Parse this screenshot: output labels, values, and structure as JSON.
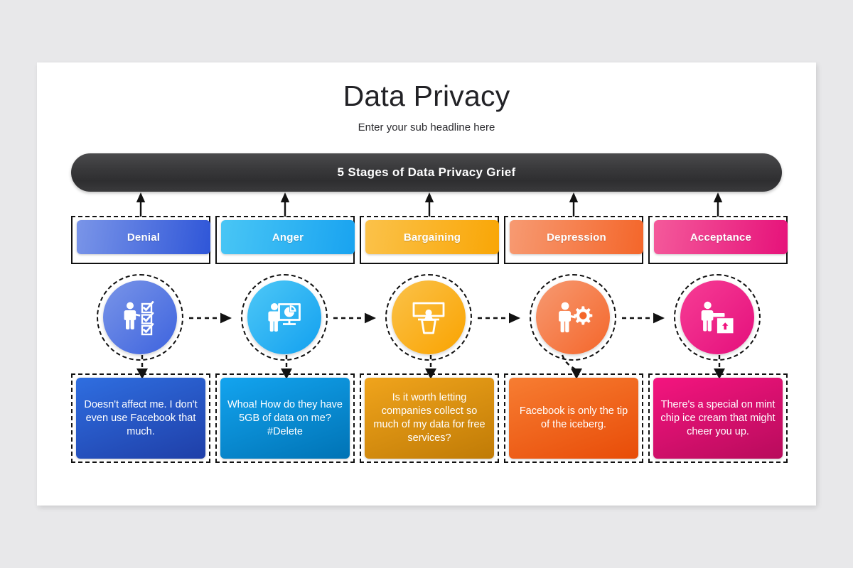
{
  "slide": {
    "title": "Data Privacy",
    "subtitle": "Enter your sub headline here",
    "banner": "5 Stages of Data Privacy Grief"
  },
  "theme": {
    "page_background": "#e8e8ea",
    "slide_background": "#ffffff",
    "banner_dark": "#3a3a3c",
    "outline": "#111111",
    "label_text": "#ffffff"
  },
  "stages": [
    {
      "label": "Denial",
      "quote": "Doesn't affect me. I don't even use Facebook that much.",
      "icon": "person-checklist-icon",
      "label_gradient_from": "#7a95e8",
      "label_gradient_to": "#2f56d8",
      "circle_gradient_from": "#7a95e8",
      "circle_gradient_to": "#3d63de",
      "box_gradient_from": "#2f6ee0",
      "box_gradient_to": "#1f3fa8",
      "accent": "#3d63de"
    },
    {
      "label": "Anger",
      "quote": "Whoa! How do they have 5GB of data on me? #Delete",
      "icon": "person-presentation-chart-icon",
      "label_gradient_from": "#49c6f5",
      "label_gradient_to": "#19a3f0",
      "circle_gradient_from": "#4ec8f7",
      "circle_gradient_to": "#12a0ef",
      "box_gradient_from": "#13a4ef",
      "box_gradient_to": "#0073b5",
      "accent": "#19a3f0"
    },
    {
      "label": "Bargaining",
      "quote": "Is it worth letting companies collect so much of my data for free services?",
      "icon": "speaker-podium-screen-icon",
      "label_gradient_from": "#f9c košer",
      "label_gradient_from_hex": "#fbc košer",
      "label_gradient_to": "#f9a606",
      "circle_gradient_from": "#fac košer",
      "circle_gradient_to": "#f9a300",
      "box_gradient_from": "#f0a41c",
      "box_gradient_to": "#c07b06",
      "accent": "#f9a606"
    },
    {
      "label": "Depression",
      "quote": "Facebook is only the tip of the iceberg.",
      "icon": "person-gear-icon",
      "label_gradient_from": "#f79a72",
      "label_gradient_to": "#f4662a",
      "circle_gradient_from": "#f79a72",
      "circle_gradient_to": "#f4662a",
      "box_gradient_from": "#f77d32",
      "box_gradient_to": "#e84c08",
      "accent": "#f4662a"
    },
    {
      "label": "Acceptance",
      "quote": "There's a special on mint chip ice cream that might cheer you up.",
      "icon": "person-package-upload-icon",
      "label_gradient_from": "#f45a9b",
      "label_gradient_to": "#e6127a",
      "circle_gradient_from": "#f73d95",
      "circle_gradient_to": "#e40f7c",
      "box_gradient_from": "#f4157f",
      "box_gradient_to": "#b80b5c",
      "accent": "#e6127a"
    }
  ]
}
